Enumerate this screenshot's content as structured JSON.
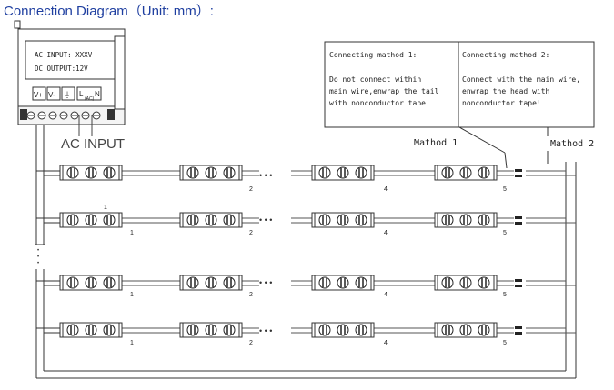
{
  "title": "Connection Diagram（Unit:  mm）:",
  "power_supply": {
    "line1": "AC INPUT: XXXV",
    "line2": "DC OUTPUT:12V",
    "terminals": [
      "V+",
      "V-",
      "⏚",
      "L",
      "(AC)",
      "N"
    ],
    "caption": "AC INPUT"
  },
  "methods": {
    "m1_title": "Connecting mathod 1:",
    "m1_line1": "Do not connect within",
    "m1_line2": "main wire,enwrap the tail",
    "m1_line3": "with nonconductor tape!",
    "m2_title": "Connecting mathod 2:",
    "m2_line1": "Connect with the main wire,",
    "m2_line2": "enwrap the head with",
    "m2_line3": "nonconductor tape!",
    "m1_label": "Mathod 1",
    "m2_label": "Mathod 2"
  },
  "module_labels": [
    "1",
    "2",
    "4",
    "5"
  ],
  "row1_extra_label": "1",
  "ellipsis": "• • •"
}
